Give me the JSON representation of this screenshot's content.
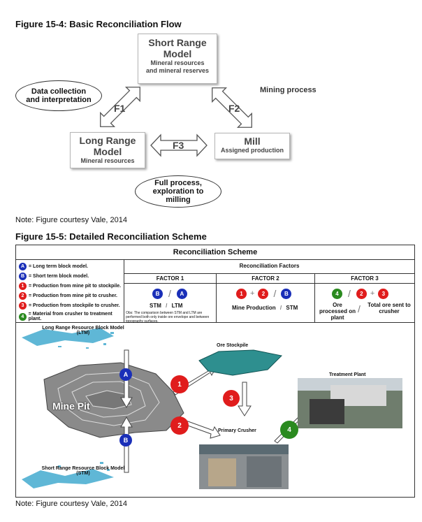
{
  "fig1": {
    "title": "Figure 15-4: Basic Reconciliation Flow",
    "short_range": {
      "title": "Short Range Model",
      "subtitle": "Mineral resources and mineral reserves"
    },
    "long_range": {
      "title": "Long Range Model",
      "subtitle": "Mineral resources"
    },
    "mill": {
      "title": "Mill",
      "subtitle": "Assigned production"
    },
    "data_collection": "Data collection and interpretation",
    "full_process": "Full process, exploration to milling",
    "mining_process": "Mining process",
    "f1": "F1",
    "f2": "F2",
    "f3": "F3",
    "note": "Note:  Figure courtesy Vale, 2014"
  },
  "fig2": {
    "title": "Figure 15-5: Detailed Reconciliation Scheme",
    "scheme_title": "Reconciliation Scheme",
    "factors_header": "Reconciliation Factors",
    "legend": [
      {
        "key": "A",
        "color": "#1a2fb8",
        "text": "= Long term block model."
      },
      {
        "key": "B",
        "color": "#1a2fb8",
        "text": "= Short term block model."
      },
      {
        "key": "1",
        "color": "#e01c1c",
        "text": "= Production from mine pit to stockpile."
      },
      {
        "key": "2",
        "color": "#e01c1c",
        "text": "= Production from mine pit to crusher."
      },
      {
        "key": "3",
        "color": "#e01c1c",
        "text": "= Production from stockpile to crusher."
      },
      {
        "key": "4",
        "color": "#2a8a1f",
        "text": "= Material from crusher to treatment plant."
      }
    ],
    "factor1": {
      "title": "FACTOR 1",
      "formula_left": "STM",
      "formula_right": "LTM",
      "note": "Obs: The comparison between STM and LTM are performed both only inside ore envelope and between topography surfaces."
    },
    "factor2": {
      "title": "FACTOR 2",
      "formula_left": "Mine Production",
      "formula_right": "STM"
    },
    "factor3": {
      "title": "FACTOR 3",
      "formula_left": "Ore processed on plant",
      "formula_right": "Total ore sent to crusher"
    },
    "ltm_label": "Long Range Resource Block Model (LTM)",
    "stm_label": "Short Range Resource Block Model (STM)",
    "mine_pit": "Mine Pit",
    "ore_stockpile": "Ore Stockpile",
    "primary_crusher": "Primary Crusher",
    "treatment_plant": "Treatment Plant",
    "note": "Note:  Figure courtesy Vale, 2014",
    "symbols": {
      "slash": "/",
      "plus": "+"
    }
  }
}
